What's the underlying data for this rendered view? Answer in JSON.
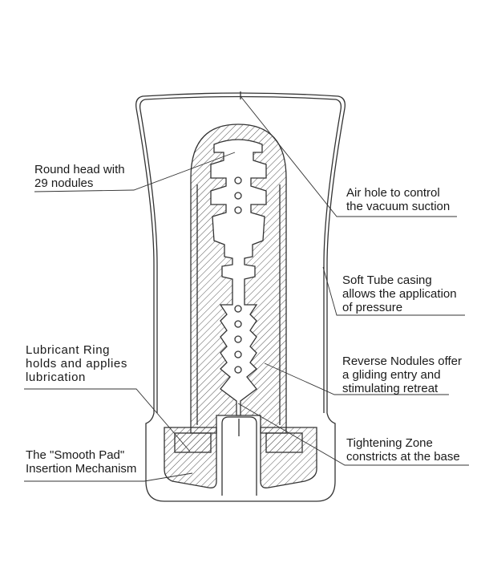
{
  "labels": {
    "round_head": [
      "Round head with",
      "29 nodules"
    ],
    "air_hole": [
      "Air hole to control",
      "the vacuum suction"
    ],
    "soft_tube": [
      "Soft Tube casing",
      "allows the application",
      "of pressure"
    ],
    "lubricant_ring": [
      "Lubricant Ring",
      "holds and applies",
      "lubrication"
    ],
    "reverse_nodules": [
      "Reverse Nodules offer",
      "a gliding entry and",
      "stimulating retreat"
    ],
    "smooth_pad": [
      "The \"Smooth Pad\"",
      "Insertion Mechanism"
    ],
    "tightening_zone": [
      "Tightening Zone",
      "constricts at the base"
    ]
  },
  "colors": {
    "line": "#333333",
    "text": "#1a1a1a"
  }
}
